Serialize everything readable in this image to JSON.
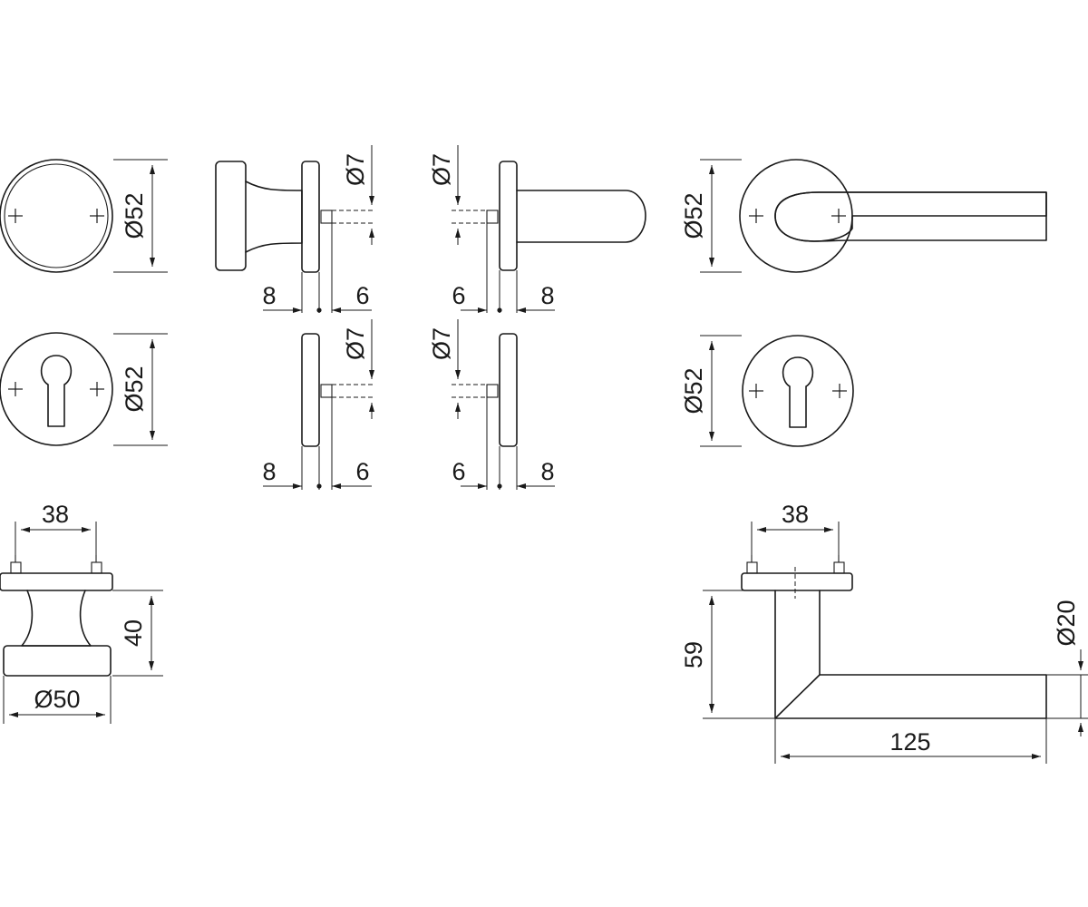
{
  "dimensions": {
    "rosette_round_diameter": "Ø52",
    "rosette_cylinder_diameter": "Ø52",
    "lever_rosette_diameter": "Ø52",
    "lever_cylinder_rosette_diameter": "Ø52",
    "spindle_a_diameter": "Ø7",
    "spindle_b_diameter": "Ø7",
    "spindle_c_diameter": "Ø7",
    "spindle_d_diameter": "Ø7",
    "knob_side_left_gap": "8",
    "knob_side_right_gap": "6",
    "lever_side_left_gap": "6",
    "lever_side_right_gap": "8",
    "cyl_left_side_left_gap": "8",
    "cyl_left_side_right_gap": "6",
    "cyl_right_side_left_gap": "6",
    "cyl_right_side_right_gap": "8",
    "knob_screw_spacing": "38",
    "knob_height": "40",
    "knob_diameter": "Ø50",
    "lever_screw_spacing": "38",
    "lever_height": "59",
    "lever_grip_diameter": "Ø20",
    "lever_length": "125"
  }
}
